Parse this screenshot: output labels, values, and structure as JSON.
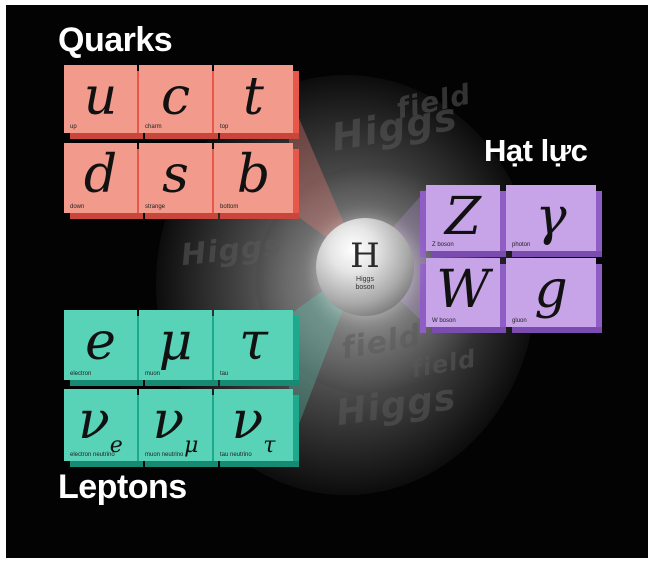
{
  "groups": {
    "quarks_title": "Quarks",
    "leptons_title": "Leptons",
    "force_title": "Hạt lực"
  },
  "quarks": [
    {
      "symbol": "u",
      "caption": "up"
    },
    {
      "symbol": "c",
      "caption": "charm"
    },
    {
      "symbol": "t",
      "caption": "top"
    },
    {
      "symbol": "d",
      "caption": "down"
    },
    {
      "symbol": "s",
      "caption": "strange"
    },
    {
      "symbol": "b",
      "caption": "bottom"
    }
  ],
  "leptons": [
    {
      "symbol": "e",
      "sub": "",
      "caption": "electron"
    },
    {
      "symbol": "μ",
      "sub": "",
      "caption": "muon"
    },
    {
      "symbol": "τ",
      "sub": "",
      "caption": "tau"
    },
    {
      "symbol": "ν",
      "sub": "e",
      "caption": "electron neutrino"
    },
    {
      "symbol": "ν",
      "sub": "μ",
      "caption": "muon neutrino"
    },
    {
      "symbol": "ν",
      "sub": "τ",
      "caption": "tau neutrino"
    }
  ],
  "bosons": [
    {
      "symbol": "Z",
      "caption": "Z boson"
    },
    {
      "symbol": "γ",
      "caption": "photon"
    },
    {
      "symbol": "W",
      "caption": "W boson"
    },
    {
      "symbol": "g",
      "caption": "gluon"
    }
  ],
  "higgs": {
    "symbol": "H",
    "caption_line1": "Higgs",
    "caption_line2": "boson"
  },
  "background_text": [
    "Higgs",
    "field",
    "Higgs",
    "field",
    "Higgs",
    "field"
  ],
  "colors": {
    "background": "#030303",
    "quark": "#f29a8b",
    "lepton": "#58d3b8",
    "boson": "#c7a3e7"
  }
}
